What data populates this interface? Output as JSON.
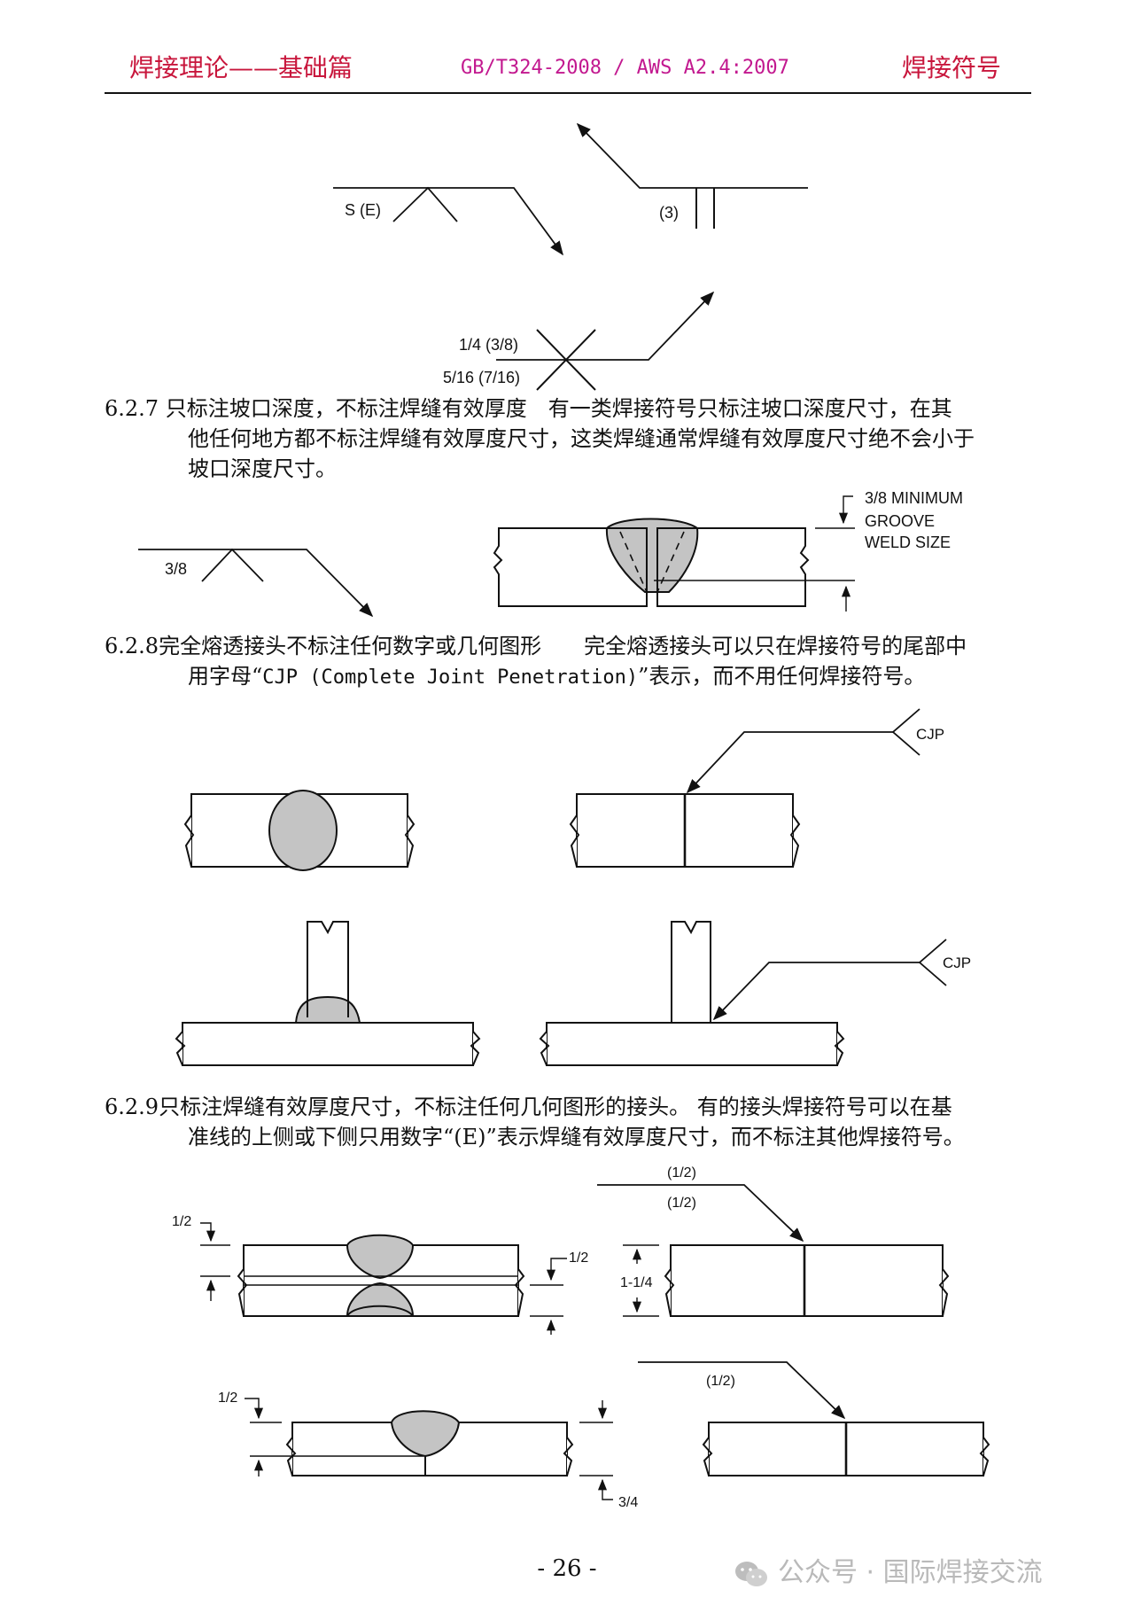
{
  "header": {
    "left": "焊接理论——基础篇",
    "center": "GB/T324-2008 / AWS A2.4:2007",
    "right": "焊接符号"
  },
  "figure1": {
    "label_se": "S (E)",
    "label_3": "(3)",
    "label_quarter": "1/4 (3/8)",
    "label_5_16": "5/16 (7/16)"
  },
  "section_627": {
    "line1": "6.2.7 只标注坡口深度，不标注焊缝有效厚度　有一类焊接符号只标注坡口深度尺寸，在其",
    "line2": "他任何地方都不标注焊缝有效厚度尺寸，这类焊缝通常焊缝有效厚度尺寸绝不会小于",
    "line3": "坡口深度尺寸。"
  },
  "figure2": {
    "label_3_8": "3/8",
    "note_line1": "3/8 MINIMUM",
    "note_line2": "GROOVE",
    "note_line3": "WELD SIZE"
  },
  "section_628": {
    "line1": "6.2.8完全熔透接头不标注任何数字或几何图形　　完全熔透接头可以只在焊接符号的尾部中",
    "line2_pre": "用字母“",
    "line2_mono": "CJP (Complete Joint Penetration)",
    "line2_post": "”表示，而不用任何焊接符号。"
  },
  "figure3": {
    "cjp_top": "CJP",
    "cjp_bottom": "CJP"
  },
  "section_629": {
    "line1": "6.2.9只标注焊缝有效厚度尺寸，不标注任何几何图形的接头。 有的接头焊接符号可以在基",
    "line2": "准线的上侧或下侧只用数字“(E)”表示焊缝有效厚度尺寸，而不标注其他焊接符号。"
  },
  "figure4": {
    "dim_top_left": "1/2",
    "dim_top_right": "1/2",
    "ref_above": "(1/2)",
    "ref_below": "(1/2)",
    "dim_thickness": "1-1/4",
    "dim_bottom_left": "1/2",
    "dim_bottom_right": "3/4",
    "ref_bottom": "(1/2)"
  },
  "footer": {
    "page_number": "- 26 -",
    "watermark": "公众号 · 国际焊接交流"
  }
}
